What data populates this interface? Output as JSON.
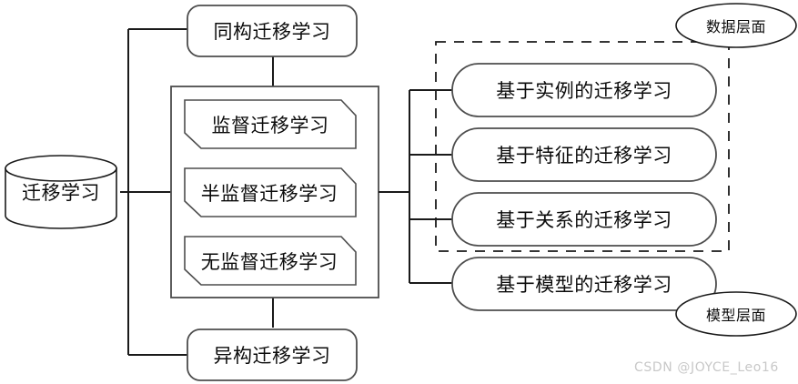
{
  "diagram": {
    "title_text": "迁移学习",
    "root": {
      "label": "迁移学习",
      "shape": "cylinder"
    },
    "branches": [
      {
        "label": "同构迁移学习",
        "shape": "rounded-rect"
      },
      {
        "label": "异构迁移学习",
        "shape": "rounded-rect"
      }
    ],
    "supervision_group": {
      "shape": "container-rect",
      "items": [
        {
          "label": "监督迁移学习",
          "shape": "chamfered-rect"
        },
        {
          "label": "半监督迁移学习",
          "shape": "chamfered-rect"
        },
        {
          "label": "无监督迁移学习",
          "shape": "chamfered-rect"
        }
      ]
    },
    "methods": [
      {
        "label": "基于实例的迁移学习",
        "shape": "stadium",
        "group": "数据层面"
      },
      {
        "label": "基于特征的迁移学习",
        "shape": "stadium",
        "group": "数据层面"
      },
      {
        "label": "基于关系的迁移学习",
        "shape": "stadium",
        "group": "数据层面"
      },
      {
        "label": "基于模型的迁移学习",
        "shape": "stadium",
        "group": "模型层面"
      }
    ],
    "annotations": [
      {
        "label": "数据层面",
        "shape": "ellipse"
      },
      {
        "label": "模型层面",
        "shape": "ellipse"
      }
    ],
    "dashed_region": {
      "label": "数据层面",
      "style": "dashed"
    },
    "colors": {
      "stroke": "#4d4d4d",
      "stroke_dark": "#1a1a1a",
      "text": "#0b0b0b",
      "background": "#ffffff",
      "watermark": "#c8c8c8"
    }
  },
  "watermark": {
    "text": "CSDN @JOYCE_Leo16"
  }
}
